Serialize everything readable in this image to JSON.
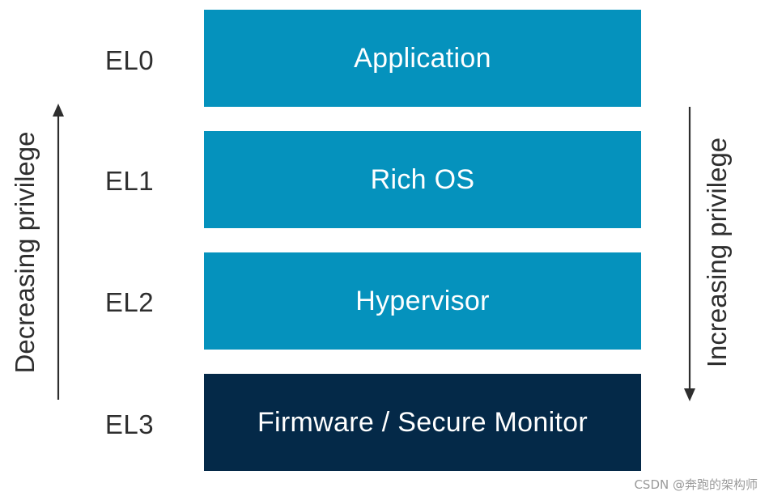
{
  "levels": [
    {
      "label": "EL0",
      "name": "Application",
      "color": "#0592bd"
    },
    {
      "label": "EL1",
      "name": "Rich OS",
      "color": "#0592bd"
    },
    {
      "label": "EL2",
      "name": "Hypervisor",
      "color": "#0592bd"
    },
    {
      "label": "EL3",
      "name": "Firmware / Secure Monitor",
      "color": "#042948"
    }
  ],
  "left_axis": {
    "label": "Decreasing privilege",
    "arrow": "up"
  },
  "right_axis": {
    "label": "Increasing privilege",
    "arrow": "down"
  },
  "watermark": "CSDN @奔跑的架构师"
}
